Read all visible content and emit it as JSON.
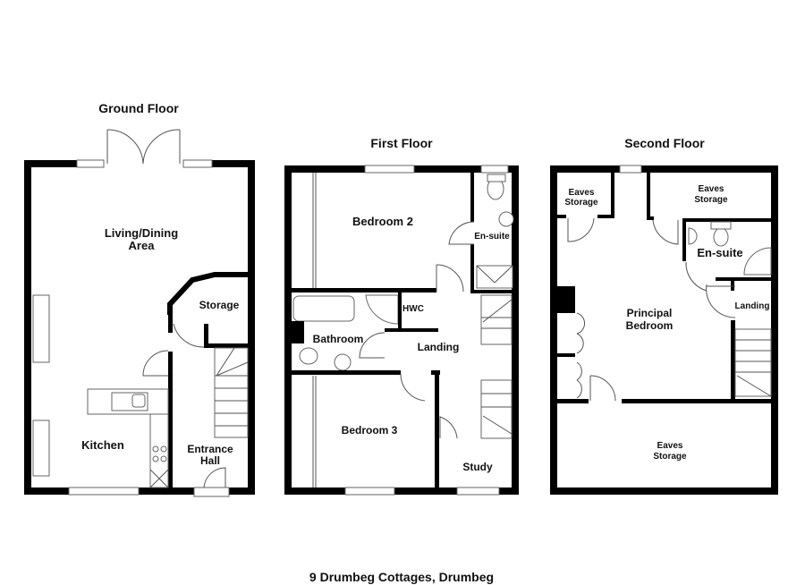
{
  "address": "9 Drumbeg Cottages, Drumbeg",
  "floors": [
    {
      "title": "Ground Floor",
      "rooms": [
        {
          "label_lines": [
            "Living/Dining",
            "Area"
          ]
        },
        {
          "label_lines": [
            "Storage"
          ]
        },
        {
          "label_lines": [
            "Kitchen"
          ]
        },
        {
          "label_lines": [
            "Entrance",
            "Hall"
          ]
        }
      ]
    },
    {
      "title": "First Floor",
      "rooms": [
        {
          "label_lines": [
            "Bedroom 2"
          ]
        },
        {
          "label_lines": [
            "En-suite"
          ]
        },
        {
          "label_lines": [
            "HWC"
          ]
        },
        {
          "label_lines": [
            "Bathroom"
          ]
        },
        {
          "label_lines": [
            "Landing"
          ]
        },
        {
          "label_lines": [
            "Bedroom 3"
          ]
        },
        {
          "label_lines": [
            "Study"
          ]
        }
      ]
    },
    {
      "title": "Second Floor",
      "rooms": [
        {
          "label_lines": [
            "Eaves",
            "Storage"
          ]
        },
        {
          "label_lines": [
            "Eaves",
            "Storage"
          ]
        },
        {
          "label_lines": [
            "En-suite"
          ]
        },
        {
          "label_lines": [
            "Landing"
          ]
        },
        {
          "label_lines": [
            "Principal",
            "Bedroom"
          ]
        },
        {
          "label_lines": [
            "Eaves",
            "Storage"
          ]
        }
      ]
    }
  ]
}
